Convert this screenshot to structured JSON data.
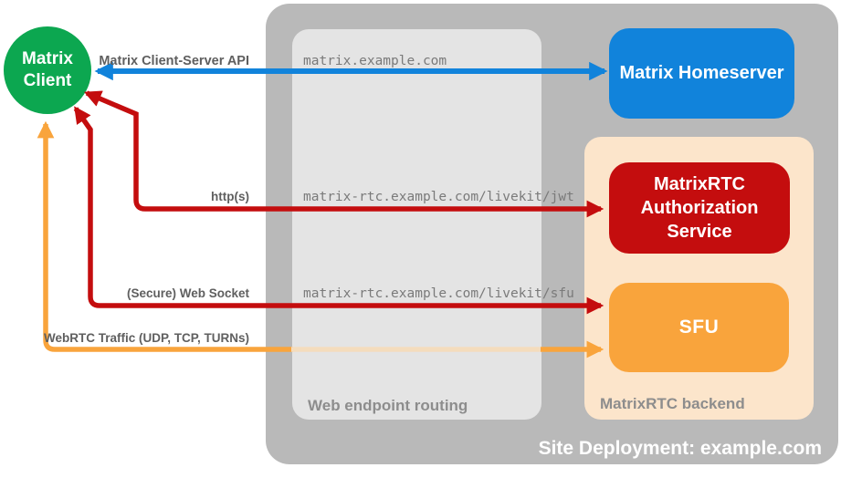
{
  "client": {
    "line1": "Matrix",
    "line2": "Client"
  },
  "nodes": {
    "homeserver": {
      "label": "Matrix Homeserver",
      "color": "#1183db"
    },
    "auth_service": {
      "label": "MatrixRTC Authorization Service",
      "color": "#c40d0e"
    },
    "sfu": {
      "label": "SFU",
      "color": "#f9a43c"
    }
  },
  "containers": {
    "site": {
      "label": "Site Deployment: example.com",
      "color": "#b9b9b9"
    },
    "routing": {
      "label": "Web endpoint routing",
      "color": "#e4e4e4"
    },
    "backend": {
      "label": "MatrixRTC backend",
      "color": "#fce5cb"
    }
  },
  "edges": [
    {
      "label": "Matrix Client-Server API",
      "endpoint": "matrix.example.com",
      "color": "#1183db",
      "from": "Matrix Client",
      "to": "Matrix Homeserver",
      "bidirectional": true
    },
    {
      "label": "http(s)",
      "endpoint": "matrix-rtc.example.com/livekit/jwt",
      "color": "#c40d0e",
      "from": "Matrix Client",
      "to": "MatrixRTC Authorization Service",
      "bidirectional": true
    },
    {
      "label": "(Secure) Web Socket",
      "endpoint": "matrix-rtc.example.com/livekit/sfu",
      "color": "#c40d0e",
      "from": "Matrix Client",
      "to": "SFU",
      "bidirectional": true
    },
    {
      "label": "WebRTC Traffic (UDP, TCP, TURNs)",
      "endpoint": "",
      "color": "#f9a43c",
      "from": "Matrix Client",
      "to": "SFU",
      "bidirectional": true,
      "note": "bypasses web endpoint routing (drawn faded under routing box)"
    }
  ],
  "client_color": "#0ca750"
}
